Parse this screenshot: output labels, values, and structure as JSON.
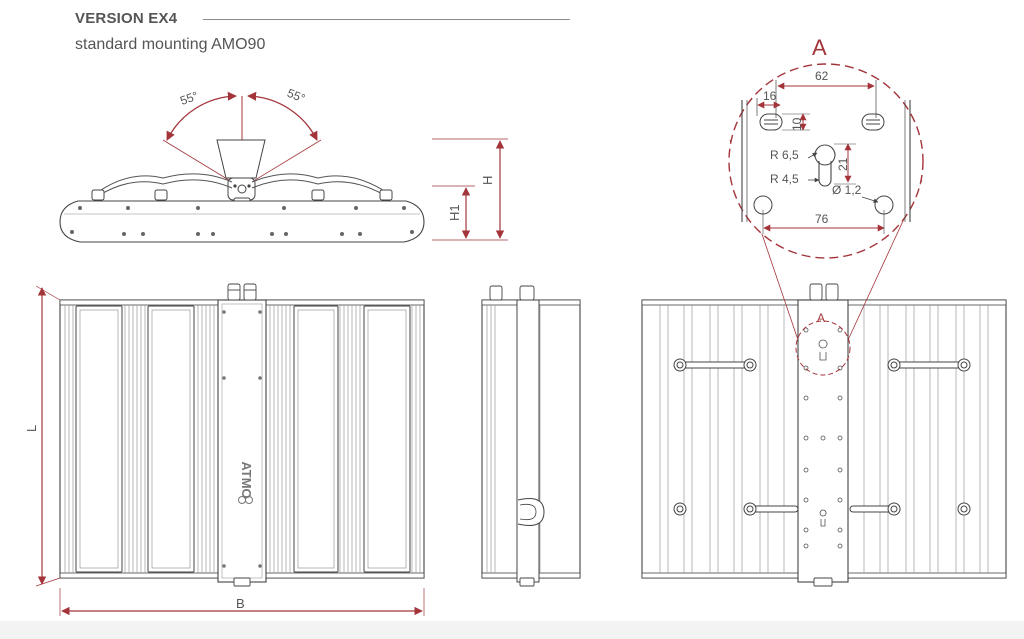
{
  "header": {
    "title": "VERSION EX4",
    "subtitle": "standard mounting AMO90"
  },
  "colors": {
    "line": "#444444",
    "dimension": "#a3343a",
    "text": "#555555",
    "fin": "#dddddd"
  },
  "side_view": {
    "angle_left": "55°",
    "angle_right": "55°",
    "dim_h": "H",
    "dim_h1": "H1"
  },
  "front_view": {
    "dim_l": "L",
    "dim_b": "B",
    "logo": "ATMO"
  },
  "back_view": {
    "marker": "A"
  },
  "detail": {
    "label": "A",
    "dim_62": "62",
    "dim_16": "16",
    "dim_10": "10",
    "r65": "R 6,5",
    "dim_21": "21",
    "r45": "R 4,5",
    "d12": "Ø 1,2",
    "dim_76": "76"
  }
}
